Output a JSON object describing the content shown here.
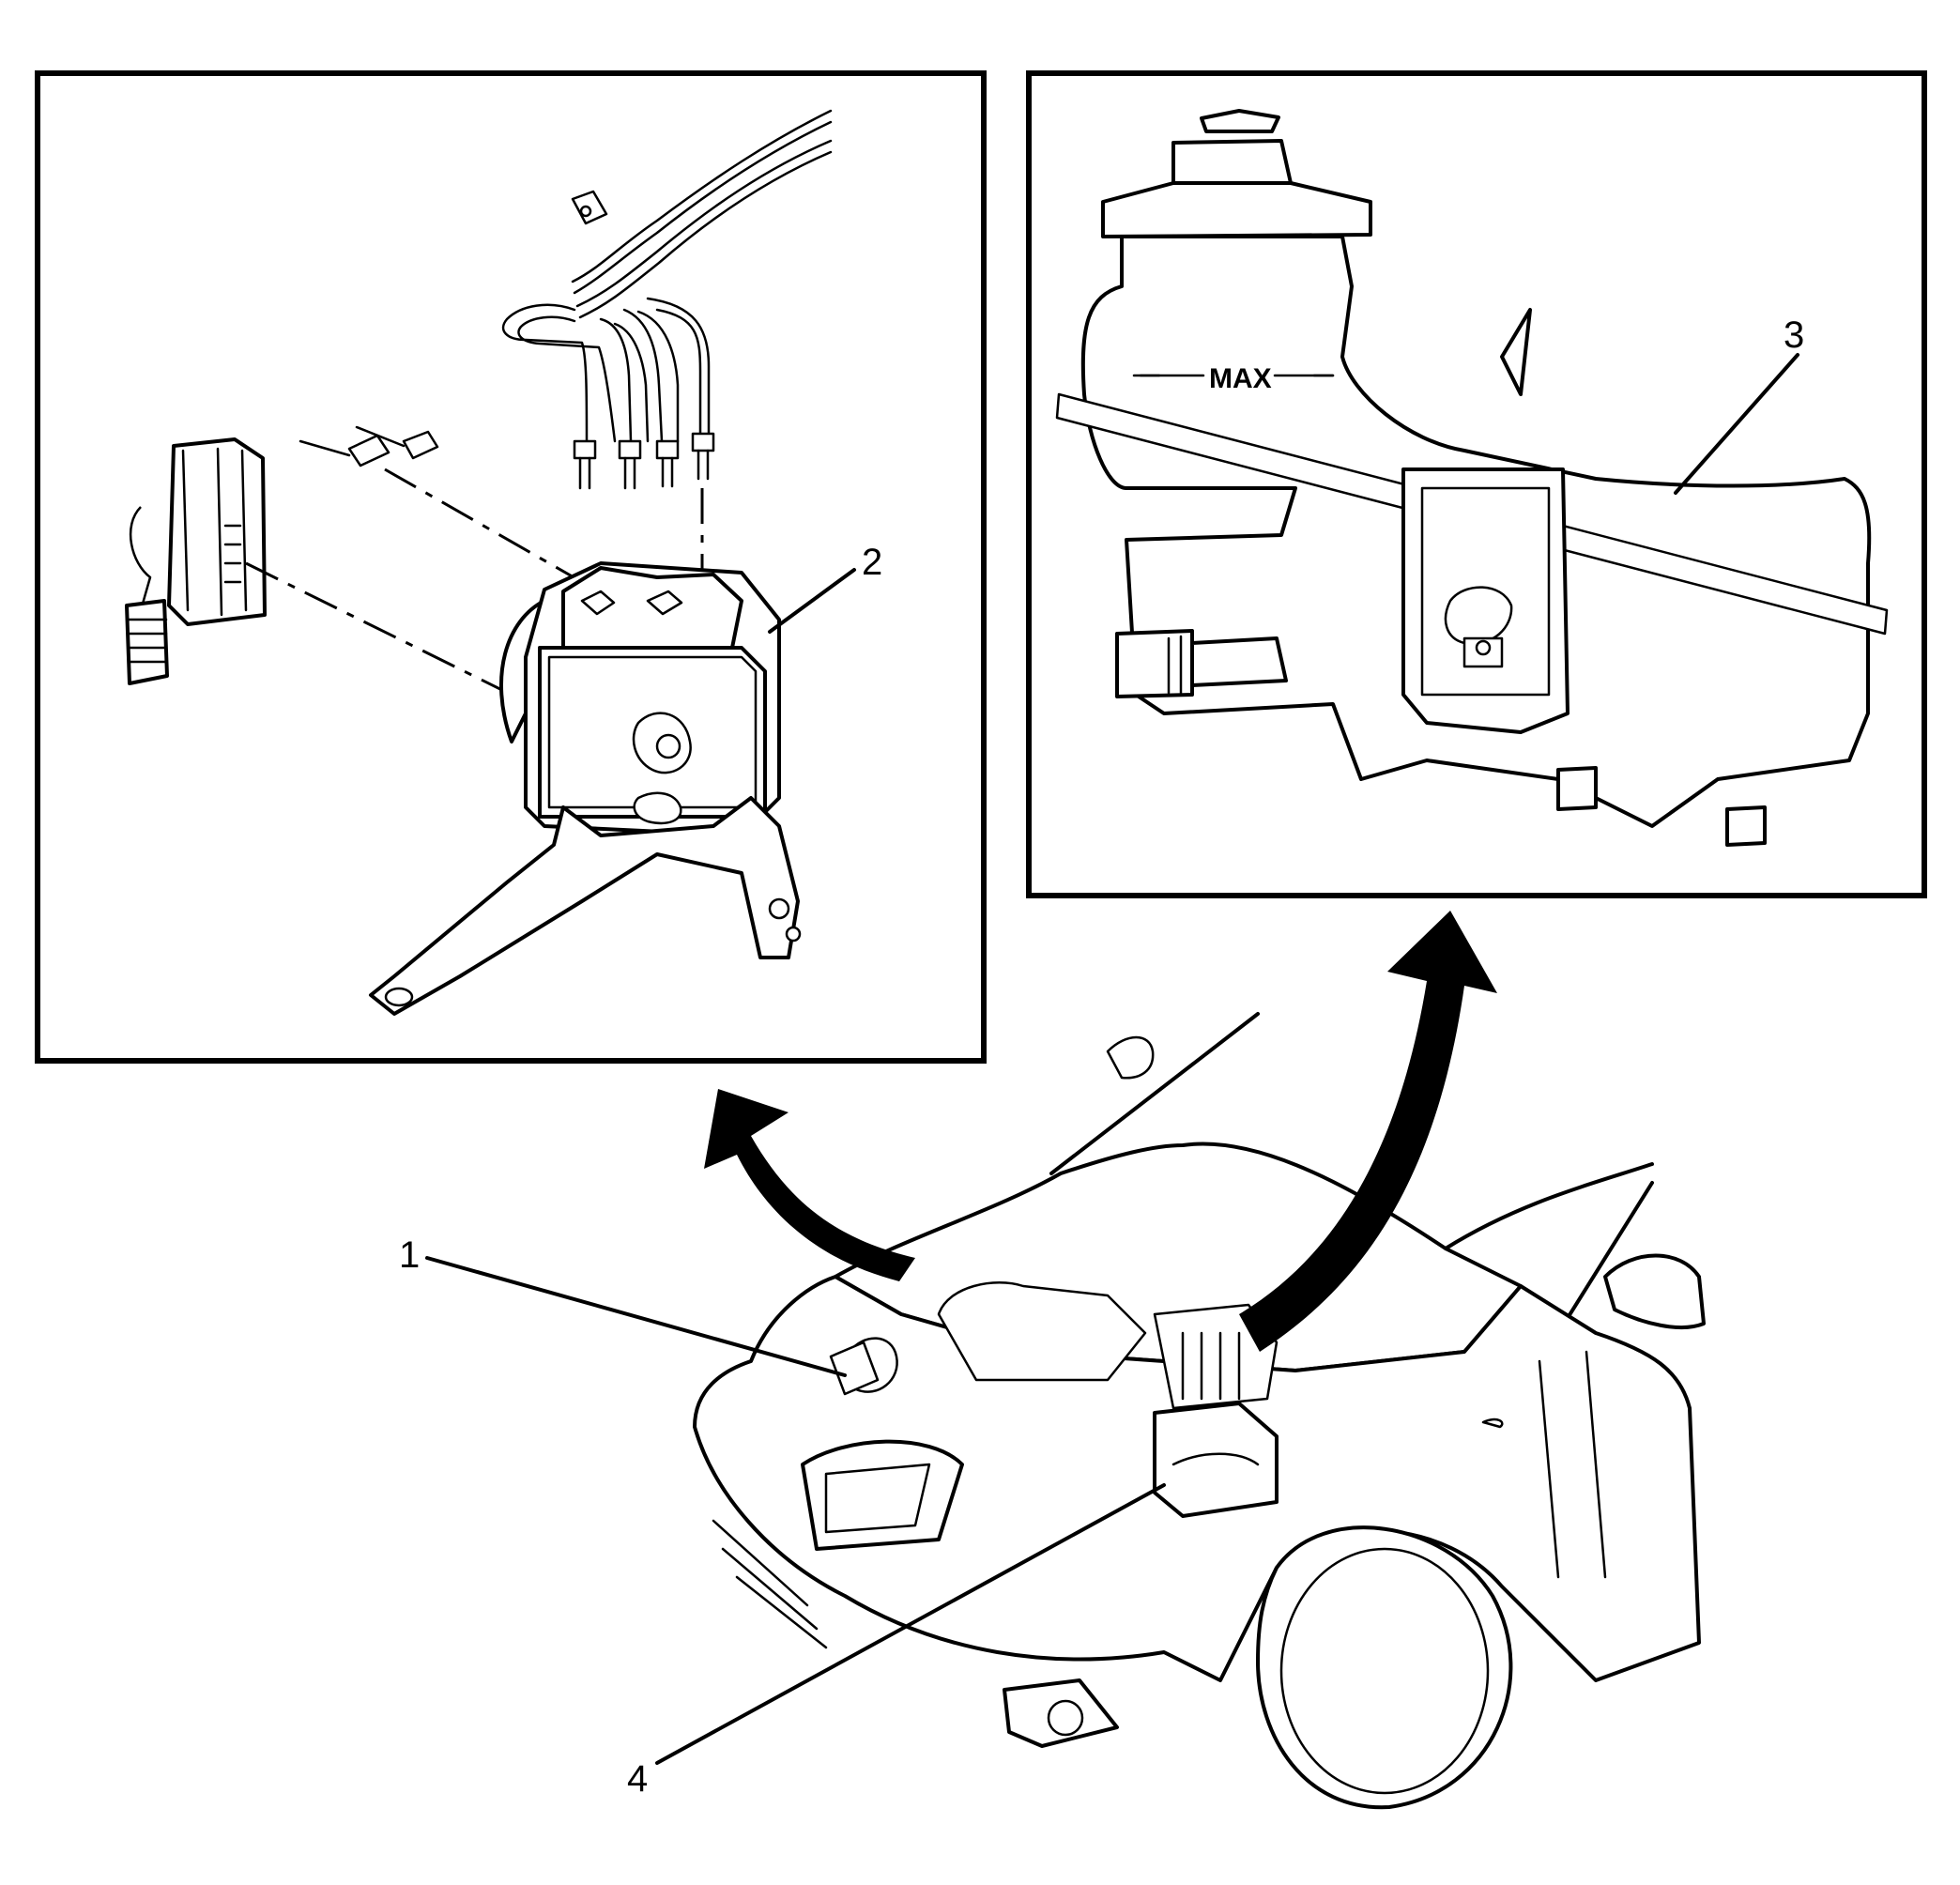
{
  "figure": {
    "callouts": [
      {
        "id": "1",
        "text": "1"
      },
      {
        "id": "2",
        "text": "2"
      },
      {
        "id": "3",
        "text": "3"
      },
      {
        "id": "4",
        "text": "4"
      }
    ],
    "reservoir_marking": "MAX",
    "colors": {
      "line": "#000000",
      "background": "#ffffff"
    }
  }
}
